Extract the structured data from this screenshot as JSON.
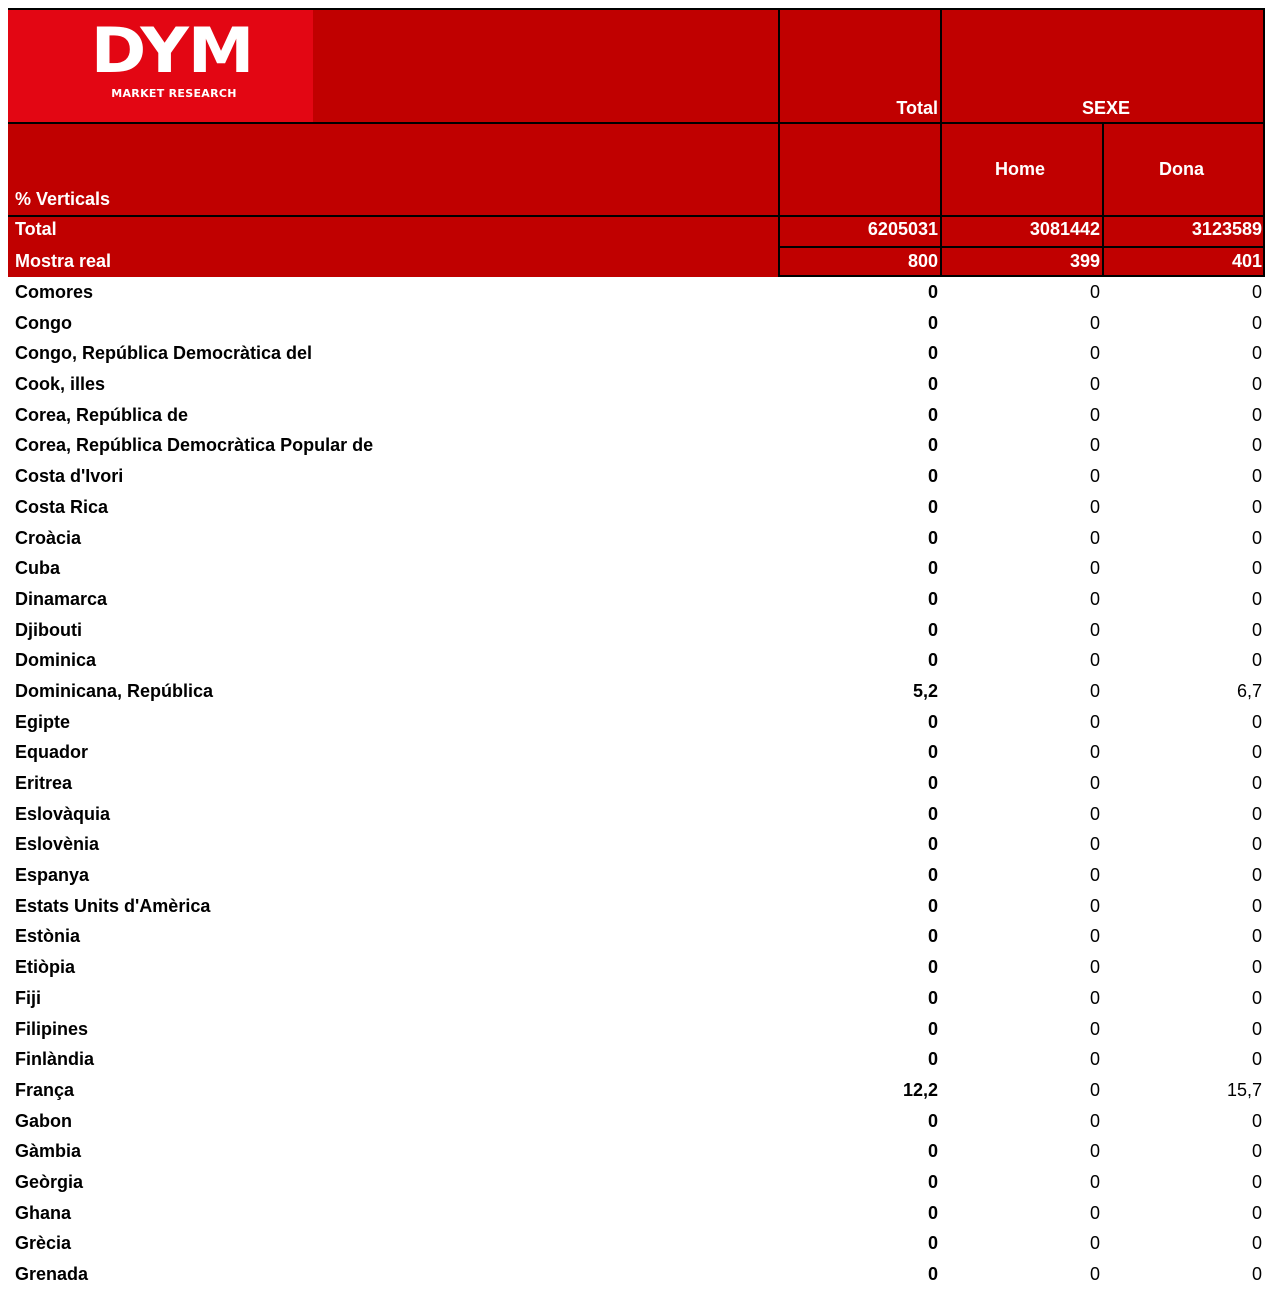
{
  "logo": {
    "brand": "DYM",
    "tagline": "MARKET RESEARCH"
  },
  "header": {
    "total_label": "Total",
    "group_label": "SEXE",
    "home_label": "Home",
    "dona_label": "Dona",
    "percent_label": "% Verticals"
  },
  "summary": {
    "total": {
      "label": "Total",
      "total": "6205031",
      "home": "3081442",
      "dona": "3123589"
    },
    "mostra": {
      "label": "Mostra real",
      "total": "800",
      "home": "399",
      "dona": "401"
    }
  },
  "rows": [
    {
      "name": "Comores",
      "total": "0",
      "home": "0",
      "dona": "0"
    },
    {
      "name": "Congo",
      "total": "0",
      "home": "0",
      "dona": "0"
    },
    {
      "name": "Congo, República Democràtica  del",
      "total": "0",
      "home": "0",
      "dona": "0"
    },
    {
      "name": "Cook, illes",
      "total": "0",
      "home": "0",
      "dona": "0"
    },
    {
      "name": "Corea, República de",
      "total": "0",
      "home": "0",
      "dona": "0"
    },
    {
      "name": "Corea, República Democràtica  Popular de",
      "total": "0",
      "home": "0",
      "dona": "0"
    },
    {
      "name": "Costa d'Ivori",
      "total": "0",
      "home": "0",
      "dona": "0"
    },
    {
      "name": "Costa Rica",
      "total": "0",
      "home": "0",
      "dona": "0"
    },
    {
      "name": "Croàcia",
      "total": "0",
      "home": "0",
      "dona": "0"
    },
    {
      "name": "Cuba",
      "total": "0",
      "home": "0",
      "dona": "0"
    },
    {
      "name": "Dinamarca",
      "total": "0",
      "home": "0",
      "dona": "0"
    },
    {
      "name": "Djibouti",
      "total": "0",
      "home": "0",
      "dona": "0"
    },
    {
      "name": "Dominica",
      "total": "0",
      "home": "0",
      "dona": "0"
    },
    {
      "name": "Dominicana, República",
      "total": "5,2",
      "home": "0",
      "dona": "6,7"
    },
    {
      "name": "Egipte",
      "total": "0",
      "home": "0",
      "dona": "0"
    },
    {
      "name": "Equador",
      "total": "0",
      "home": "0",
      "dona": "0"
    },
    {
      "name": "Eritrea",
      "total": "0",
      "home": "0",
      "dona": "0"
    },
    {
      "name": "Eslovàquia",
      "total": "0",
      "home": "0",
      "dona": "0"
    },
    {
      "name": "Eslovènia",
      "total": "0",
      "home": "0",
      "dona": "0"
    },
    {
      "name": "Espanya",
      "total": "0",
      "home": "0",
      "dona": "0"
    },
    {
      "name": "Estats Units d'Amèrica",
      "total": "0",
      "home": "0",
      "dona": "0"
    },
    {
      "name": "Estònia",
      "total": "0",
      "home": "0",
      "dona": "0"
    },
    {
      "name": "Etiòpia",
      "total": "0",
      "home": "0",
      "dona": "0"
    },
    {
      "name": "Fiji",
      "total": "0",
      "home": "0",
      "dona": "0"
    },
    {
      "name": "Filipines",
      "total": "0",
      "home": "0",
      "dona": "0"
    },
    {
      "name": "Finlàndia",
      "total": "0",
      "home": "0",
      "dona": "0"
    },
    {
      "name": "França",
      "total": "12,2",
      "home": "0",
      "dona": "15,7"
    },
    {
      "name": "Gabon",
      "total": "0",
      "home": "0",
      "dona": "0"
    },
    {
      "name": "Gàmbia",
      "total": "0",
      "home": "0",
      "dona": "0"
    },
    {
      "name": "Geòrgia",
      "total": "0",
      "home": "0",
      "dona": "0"
    },
    {
      "name": "Ghana",
      "total": "0",
      "home": "0",
      "dona": "0"
    },
    {
      "name": "Grècia",
      "total": "0",
      "home": "0",
      "dona": "0"
    },
    {
      "name": "Grenada",
      "total": "0",
      "home": "0",
      "dona": "0"
    }
  ]
}
